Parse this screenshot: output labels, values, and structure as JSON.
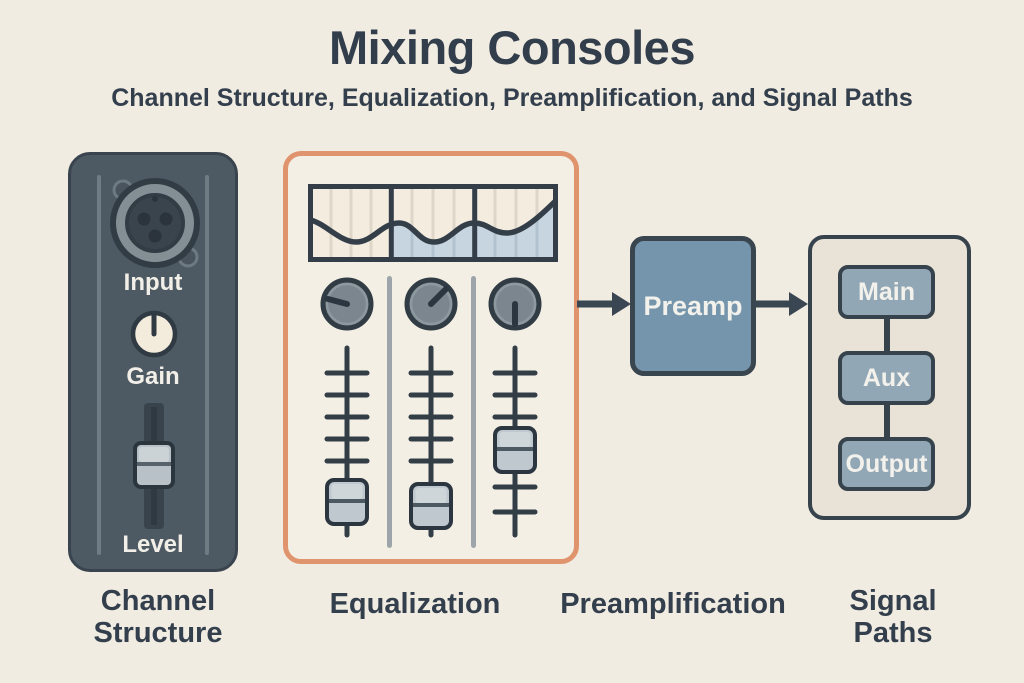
{
  "header": {
    "title": "Mixing Consoles",
    "subtitle": "Channel Structure, Equalization, Preamplification, and Signal Paths"
  },
  "channel_strip": {
    "input_label": "Input",
    "gain_label": "Gain",
    "level_label": "Level"
  },
  "preamp": {
    "label": "Preamp"
  },
  "signal_paths": {
    "nodes": [
      {
        "label": "Main"
      },
      {
        "label": "Aux"
      },
      {
        "label": "Output"
      }
    ]
  },
  "captions": {
    "channel_structure": "Channel\nStructure",
    "equalization": "Equalization",
    "preamplification": "Preamplification",
    "signal_paths": "Signal\nPaths"
  },
  "colors": {
    "background": "#f1ece2",
    "ink": "#333f4c",
    "panel_dark": "#4d5963",
    "accent_orange": "#e0946e",
    "preamp_blue": "#7595ac",
    "node_blue": "#92a7b5",
    "eq_fill_blue": "#c7d5e0"
  }
}
